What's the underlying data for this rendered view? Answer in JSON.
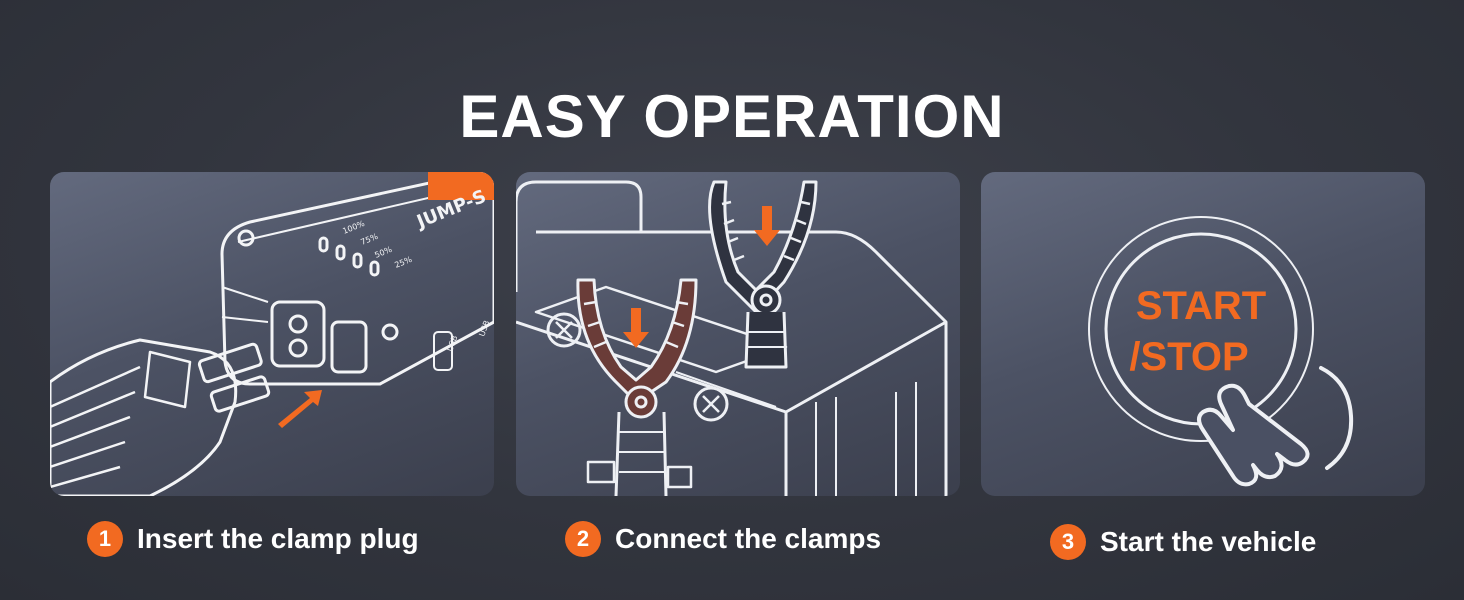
{
  "title": "EASY OPERATION",
  "accent_color": "#f26a21",
  "panels": [
    {
      "illustration": "jump-starter-plug-icon",
      "device_brand_text": "JUMP-S",
      "battery_levels": [
        "100%",
        "75%",
        "50%",
        "25%"
      ],
      "port_labels": [
        "USB",
        "USB"
      ]
    },
    {
      "illustration": "battery-clamps-icon"
    },
    {
      "illustration": "start-stop-button-icon",
      "button_line1": "START",
      "button_line2": "/STOP"
    }
  ],
  "steps": [
    {
      "number": "1",
      "label": "Insert the clamp plug"
    },
    {
      "number": "2",
      "label": "Connect the clamps"
    },
    {
      "number": "3",
      "label": "Start the vehicle"
    }
  ]
}
